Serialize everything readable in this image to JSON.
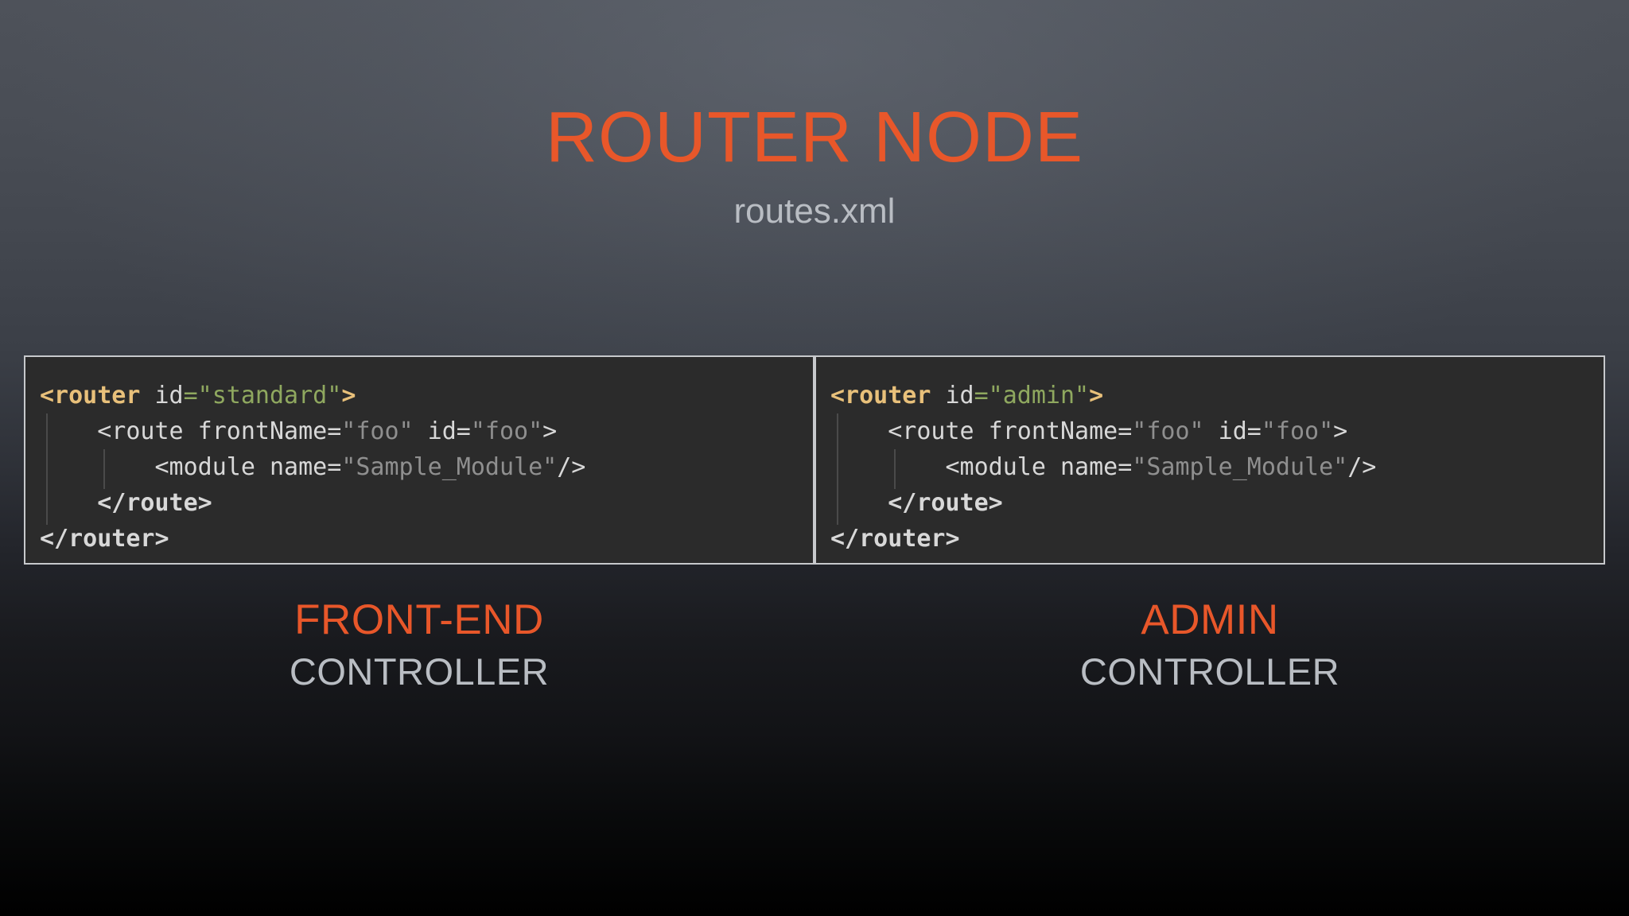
{
  "slide": {
    "title": "ROUTER NODE",
    "subtitle": "routes.xml",
    "accent_color": "#e8572a",
    "muted_color": "#b9bdc3",
    "background_top_color": "#4e525a",
    "background_bottom_color": "#000000"
  },
  "panels": [
    {
      "id": "front-end",
      "caption_main": "FRONT-END",
      "caption_sub": "CONTROLLER",
      "code_card_background": "#2b2b2b",
      "code_card_border": "#c7c9cc",
      "code_lines": [
        {
          "indent": 0,
          "tokens": [
            {
              "text": "<router",
              "kind": "tag"
            },
            {
              "text": " id",
              "kind": "plain"
            },
            {
              "text": "=\"standard\"",
              "kind": "attr-eq"
            },
            {
              "text": ">",
              "kind": "bracket"
            }
          ]
        },
        {
          "indent": 1,
          "tokens": [
            {
              "text": "<route frontName=",
              "kind": "plain"
            },
            {
              "text": "\"foo\"",
              "kind": "dim"
            },
            {
              "text": " id=",
              "kind": "plain"
            },
            {
              "text": "\"foo\"",
              "kind": "dim"
            },
            {
              "text": ">",
              "kind": "plain"
            }
          ]
        },
        {
          "indent": 2,
          "tokens": [
            {
              "text": "<module name=",
              "kind": "plain"
            },
            {
              "text": "\"Sample_Module\"",
              "kind": "dim"
            },
            {
              "text": "/>",
              "kind": "plain"
            }
          ]
        },
        {
          "indent": 1,
          "tokens": [
            {
              "text": "</route>",
              "kind": "close"
            }
          ]
        },
        {
          "indent": 0,
          "tokens": [
            {
              "text": "</router>",
              "kind": "close"
            }
          ]
        }
      ]
    },
    {
      "id": "admin",
      "caption_main": "ADMIN",
      "caption_sub": "CONTROLLER",
      "code_card_background": "#2b2b2b",
      "code_card_border": "#c7c9cc",
      "code_lines": [
        {
          "indent": 0,
          "tokens": [
            {
              "text": "<router",
              "kind": "tag"
            },
            {
              "text": " id",
              "kind": "plain"
            },
            {
              "text": "=\"admin\"",
              "kind": "attr-eq"
            },
            {
              "text": ">",
              "kind": "bracket"
            }
          ]
        },
        {
          "indent": 1,
          "tokens": [
            {
              "text": "<route frontName=",
              "kind": "plain"
            },
            {
              "text": "\"foo\"",
              "kind": "dim"
            },
            {
              "text": " id=",
              "kind": "plain"
            },
            {
              "text": "\"foo\"",
              "kind": "dim"
            },
            {
              "text": ">",
              "kind": "plain"
            }
          ]
        },
        {
          "indent": 2,
          "tokens": [
            {
              "text": "<module name=",
              "kind": "plain"
            },
            {
              "text": "\"Sample_Module\"",
              "kind": "dim"
            },
            {
              "text": "/>",
              "kind": "plain"
            }
          ]
        },
        {
          "indent": 1,
          "tokens": [
            {
              "text": "</route>",
              "kind": "close"
            }
          ]
        },
        {
          "indent": 0,
          "tokens": [
            {
              "text": "</router>",
              "kind": "close"
            }
          ]
        }
      ]
    }
  ]
}
